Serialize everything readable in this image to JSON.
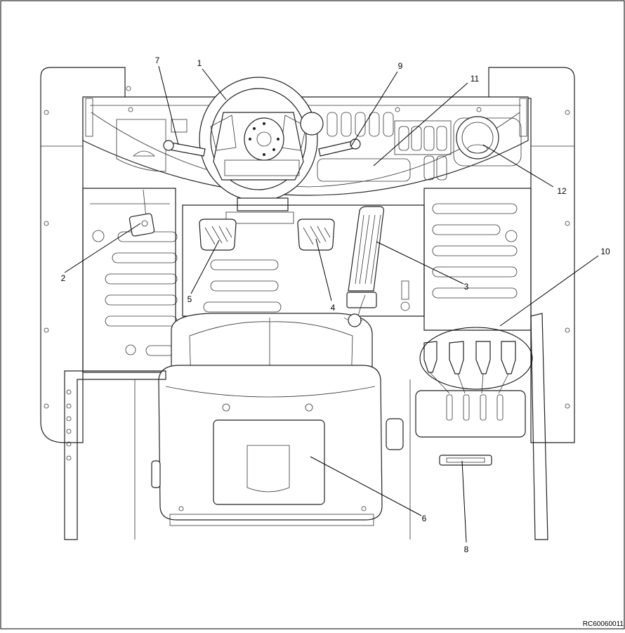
{
  "diagram": {
    "callouts": [
      {
        "id": "1",
        "label": "1"
      },
      {
        "id": "2",
        "label": "2"
      },
      {
        "id": "3",
        "label": "3"
      },
      {
        "id": "4",
        "label": "4"
      },
      {
        "id": "5",
        "label": "5"
      },
      {
        "id": "6",
        "label": "6"
      },
      {
        "id": "7",
        "label": "7"
      },
      {
        "id": "8",
        "label": "8"
      },
      {
        "id": "9",
        "label": "9"
      },
      {
        "id": "10",
        "label": "10"
      },
      {
        "id": "11",
        "label": "11"
      },
      {
        "id": "12",
        "label": "12"
      }
    ],
    "reference_code": "RC60060011"
  }
}
